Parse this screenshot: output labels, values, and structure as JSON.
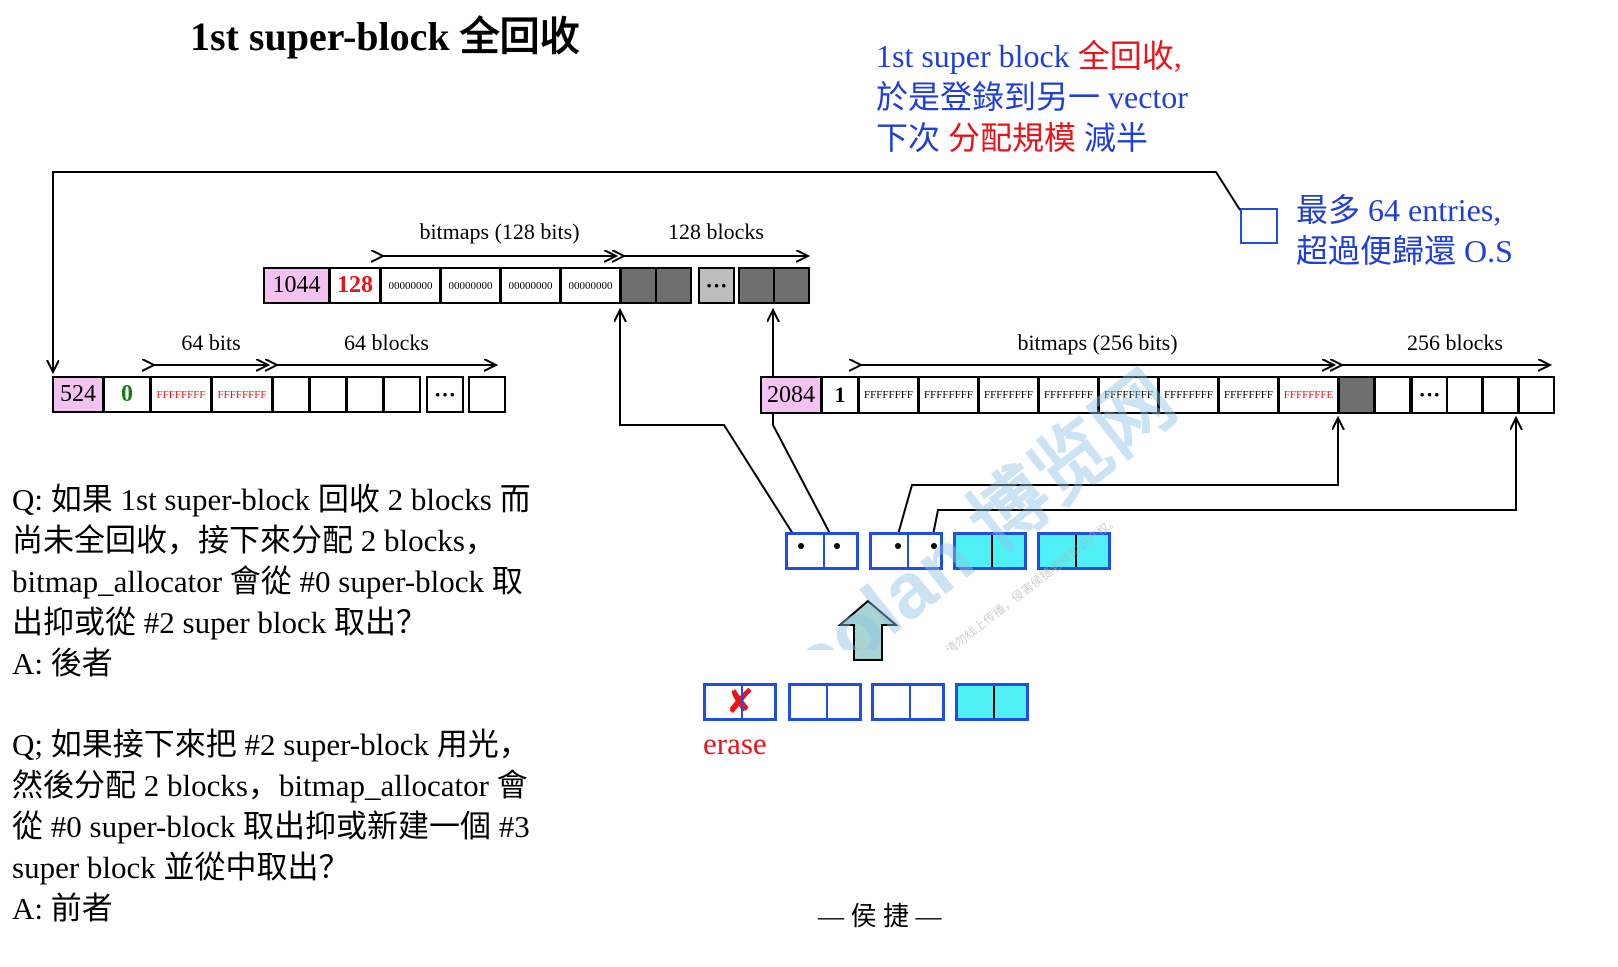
{
  "title": "1st super-block 全回收",
  "top_note": {
    "line1_a": "1st super block ",
    "line1_b": "全回收,",
    "line2": "於是登錄到另一 vector",
    "line3_a": "下次 ",
    "line3_b": "分配規模",
    "line3_c": " 減半"
  },
  "side_note": {
    "line1": "最多 64 entries,",
    "line2": "超過便歸還 O.S"
  },
  "block_top": {
    "size": "1044",
    "count": "128",
    "bitmaps": [
      "00000000",
      "00000000",
      "00000000",
      "00000000"
    ],
    "label_bitmaps": "bitmaps (128 bits)",
    "label_blocks": "128 blocks",
    "ellipsis": "···"
  },
  "block_left": {
    "size": "524",
    "count": "0",
    "bitmaps": [
      "FFFFFFFF",
      "FFFFFFFF"
    ],
    "label_bitmaps": "64 bits",
    "label_blocks": "64 blocks",
    "ellipsis": "···"
  },
  "block_right": {
    "size": "2084",
    "count": "1",
    "bitmaps": [
      "FFFFFFFF",
      "FFFFFFFF",
      "FFFFFFFF",
      "FFFFFFFF",
      "FFFFFFFF",
      "FFFFFFFF",
      "FFFFFFFF",
      "FFFFFFFE"
    ],
    "label_bitmaps": "bitmaps (256 bits)",
    "label_blocks": "256 blocks",
    "ellipsis": "···"
  },
  "qa": {
    "q1_lines": [
      "Q: 如果 1st super-block 回收 2 blocks 而",
      "尚未全回收，接下來分配 2 blocks，",
      "bitmap_allocator 會從 #0 super-block 取",
      "出抑或從 #2 super block 取出？"
    ],
    "a1": "A: 後者",
    "q2_lines": [
      "Q; 如果接下來把 #2 super-block 用光，",
      "然後分配 2 blocks，bitmap_allocator 會",
      "從 #0 super-block 取出抑或新建一個 #3",
      "super block 並從中取出？"
    ],
    "a2": "A: 前者"
  },
  "erase_label": "erase",
  "footer": "— 侯 捷 —",
  "watermark": {
    "main": "Boolan 博览网",
    "sub": "本讲义仅供购课学员学习使用，请勿线上传播，侵害侯捷老师知识产权。"
  },
  "colors": {
    "blue": "#1f3fd6",
    "red": "#e8141b",
    "pink": "#f4c2f0",
    "cyan": "#4ff0f5",
    "dark_gray": "#6e6e6e"
  }
}
